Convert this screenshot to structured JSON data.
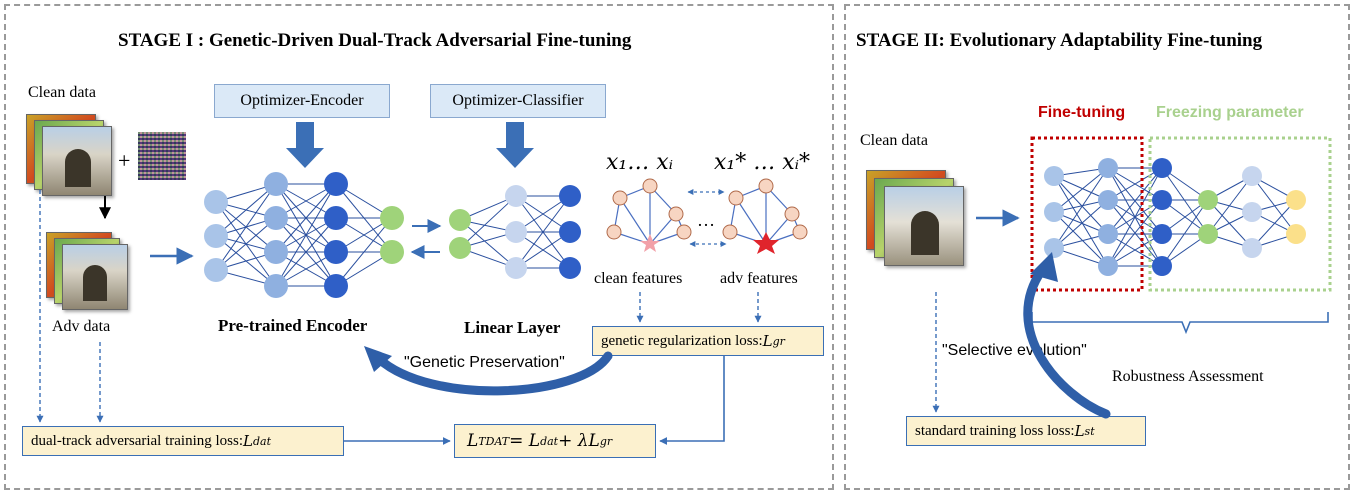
{
  "stage1": {
    "title": "STAGE I : Genetic-Driven Dual-Track Adversarial Fine-tuning",
    "clean_data": "Clean data",
    "plus": "+",
    "adv_data": "Adv data",
    "optimizer_encoder": "Optimizer-Encoder",
    "optimizer_classifier": "Optimizer-Classifier",
    "pretrained_encoder": "Pre-trained Encoder",
    "linear_layer": "Linear Layer",
    "clean_features": "clean features",
    "adv_features": "adv features",
    "x_clean": "x₁… xᵢ",
    "x_adv": "x₁* … xᵢ*",
    "ellipsis": "…",
    "genetic_loss_text": "genetic regularization loss: ",
    "genetic_loss_sym": "L",
    "genetic_loss_sub": "gr",
    "genetic_preservation": "\"Genetic Preservation\"",
    "dat_loss_text": "dual-track adversarial training loss: ",
    "dat_loss_sym": "L",
    "dat_loss_sub": "dat",
    "tdat_formula": "L",
    "tdat_sub": "TDAT",
    "tdat_rest": " = L",
    "tdat_sub2": "dat",
    "tdat_rest2": " + λL",
    "tdat_sub3": "gr"
  },
  "stage2": {
    "title": "STAGE II: Evolutionary Adaptability Fine-tuning",
    "clean_data": "Clean data",
    "fine_tuning": "Fine-tuning",
    "freezing_parameter": "Freezing parameter",
    "robustness_assessment": "Robustness Assessment",
    "selective_evolution": "\"Selective evolution\"",
    "st_loss_text": "standard training loss loss: ",
    "st_loss_sym": "L",
    "st_loss_sub": "st"
  },
  "colors": {
    "arrow_blue": "#3b6fb6",
    "node_light": "#a9c4e8",
    "node_mid": "#8fb0e0",
    "node_dark": "#2f5fc7",
    "node_green": "#9fd37a",
    "node_yellow": "#fbe08a",
    "fine_tuning_red": "#c00000",
    "freezing_green": "#a9d18e",
    "loss_fill": "#fcf1cf",
    "optimizer_fill": "#dbe9f7"
  }
}
